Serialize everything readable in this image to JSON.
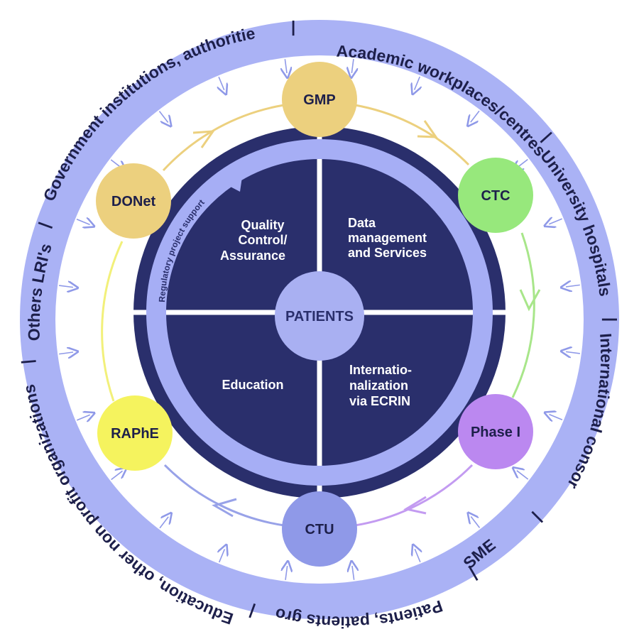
{
  "colors": {
    "ring": "#aab2f5",
    "ring_dark": "#1d1f4a",
    "core": "#2a2f6c",
    "band": "#a6aef5",
    "center": "#a9b0f2",
    "gmp": "#ecd07e",
    "ctc": "#97e87c",
    "phase1": "#bb88f0",
    "ctu": "#8f99e8",
    "raphe": "#f5f35e",
    "donet": "#ecd07e"
  },
  "outer_ring": {
    "stakeholders": [
      "Academic workplaces/centres",
      "University hospitals",
      "International consorcia",
      "SME",
      "Patients, patients group",
      "Education, other non profit organizations",
      "Others LRI's",
      "Government institutions, authorities"
    ],
    "separator": "|"
  },
  "nodes": [
    {
      "id": "gmp",
      "label": "GMP",
      "icon": "circle-node"
    },
    {
      "id": "ctc",
      "label": "CTC",
      "icon": "circle-node"
    },
    {
      "id": "phase1",
      "label": "Phase I",
      "icon": "circle-node"
    },
    {
      "id": "ctu",
      "label": "CTU",
      "icon": "circle-node"
    },
    {
      "id": "raphe",
      "label": "RAPhE",
      "icon": "circle-node"
    },
    {
      "id": "donet",
      "label": "DONet",
      "icon": "circle-node"
    }
  ],
  "quadrants": {
    "top_left": [
      "Quality",
      "Control/",
      "Assurance"
    ],
    "top_right": [
      "Data",
      "management",
      "and Services"
    ],
    "bottom_left": [
      "Education"
    ],
    "bottom_right": [
      "Internatio-",
      "nalization",
      "via ECRIN"
    ]
  },
  "band_label": "Regulatory project support",
  "center_label": "PATIENTS"
}
